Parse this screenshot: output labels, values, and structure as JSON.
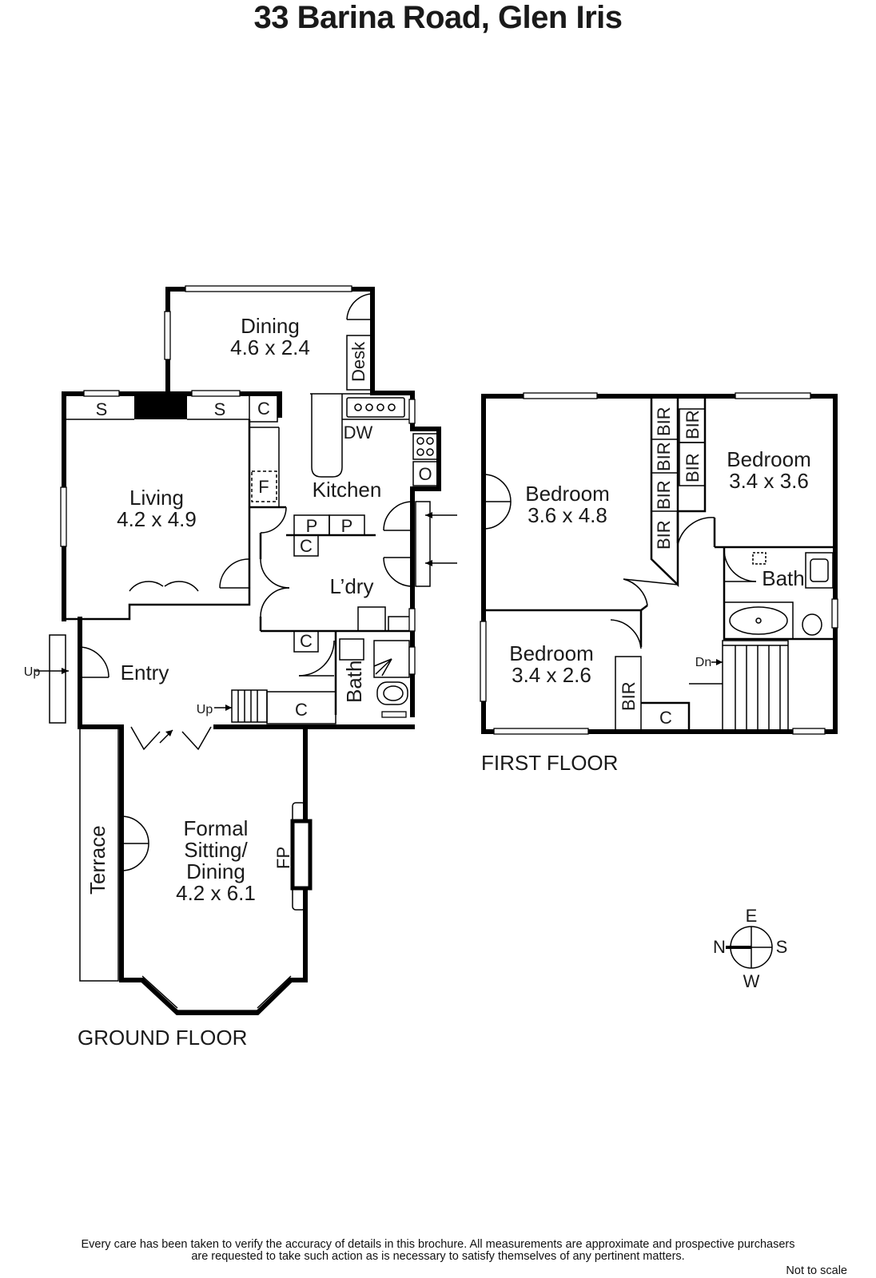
{
  "title": "33 Barina Road, Glen Iris",
  "ground_floor": {
    "label": "GROUND FLOOR",
    "rooms": {
      "dining": {
        "name": "Dining",
        "size": "4.6 x 2.4"
      },
      "living": {
        "name": "Living",
        "size": "4.2 x 4.9"
      },
      "kitchen": {
        "name": "Kitchen"
      },
      "laundry": {
        "name": "L’dry"
      },
      "entry": {
        "name": "Entry"
      },
      "bath": {
        "name": "Bath"
      },
      "formal": {
        "line1": "Formal",
        "line2": "Sitting/",
        "line3": "Dining",
        "size": "4.2 x 6.1"
      },
      "terrace": {
        "name": "Terrace"
      }
    },
    "fixtures": {
      "desk": "Desk",
      "dishwasher": "DW",
      "shelf": "S",
      "cupboard": "C",
      "fridge": "F",
      "pantry": "P",
      "oven": "O",
      "fireplace": "FP",
      "up": "Up"
    }
  },
  "first_floor": {
    "label": "FIRST FLOOR",
    "rooms": {
      "bedroom1": {
        "name": "Bedroom",
        "size": "3.6 x 4.8"
      },
      "bedroom2": {
        "name": "Bedroom",
        "size": "3.4 x 3.6"
      },
      "bedroom3": {
        "name": "Bedroom",
        "size": "3.4 x 2.6"
      },
      "bath": {
        "name": "Bath"
      }
    },
    "fixtures": {
      "bir": "BIR",
      "cupboard": "C",
      "down": "Dn"
    }
  },
  "compass": {
    "north": "N",
    "east": "E",
    "south": "S",
    "west": "W"
  },
  "disclaimer_line1": "Every care has been taken to verify the accuracy of details in this brochure.  All measurements are approximate and prospective purchasers",
  "disclaimer_line2": "are requested to take such action as is necessary to satisfy themselves of any pertinent matters.",
  "not_to_scale": "Not to scale"
}
